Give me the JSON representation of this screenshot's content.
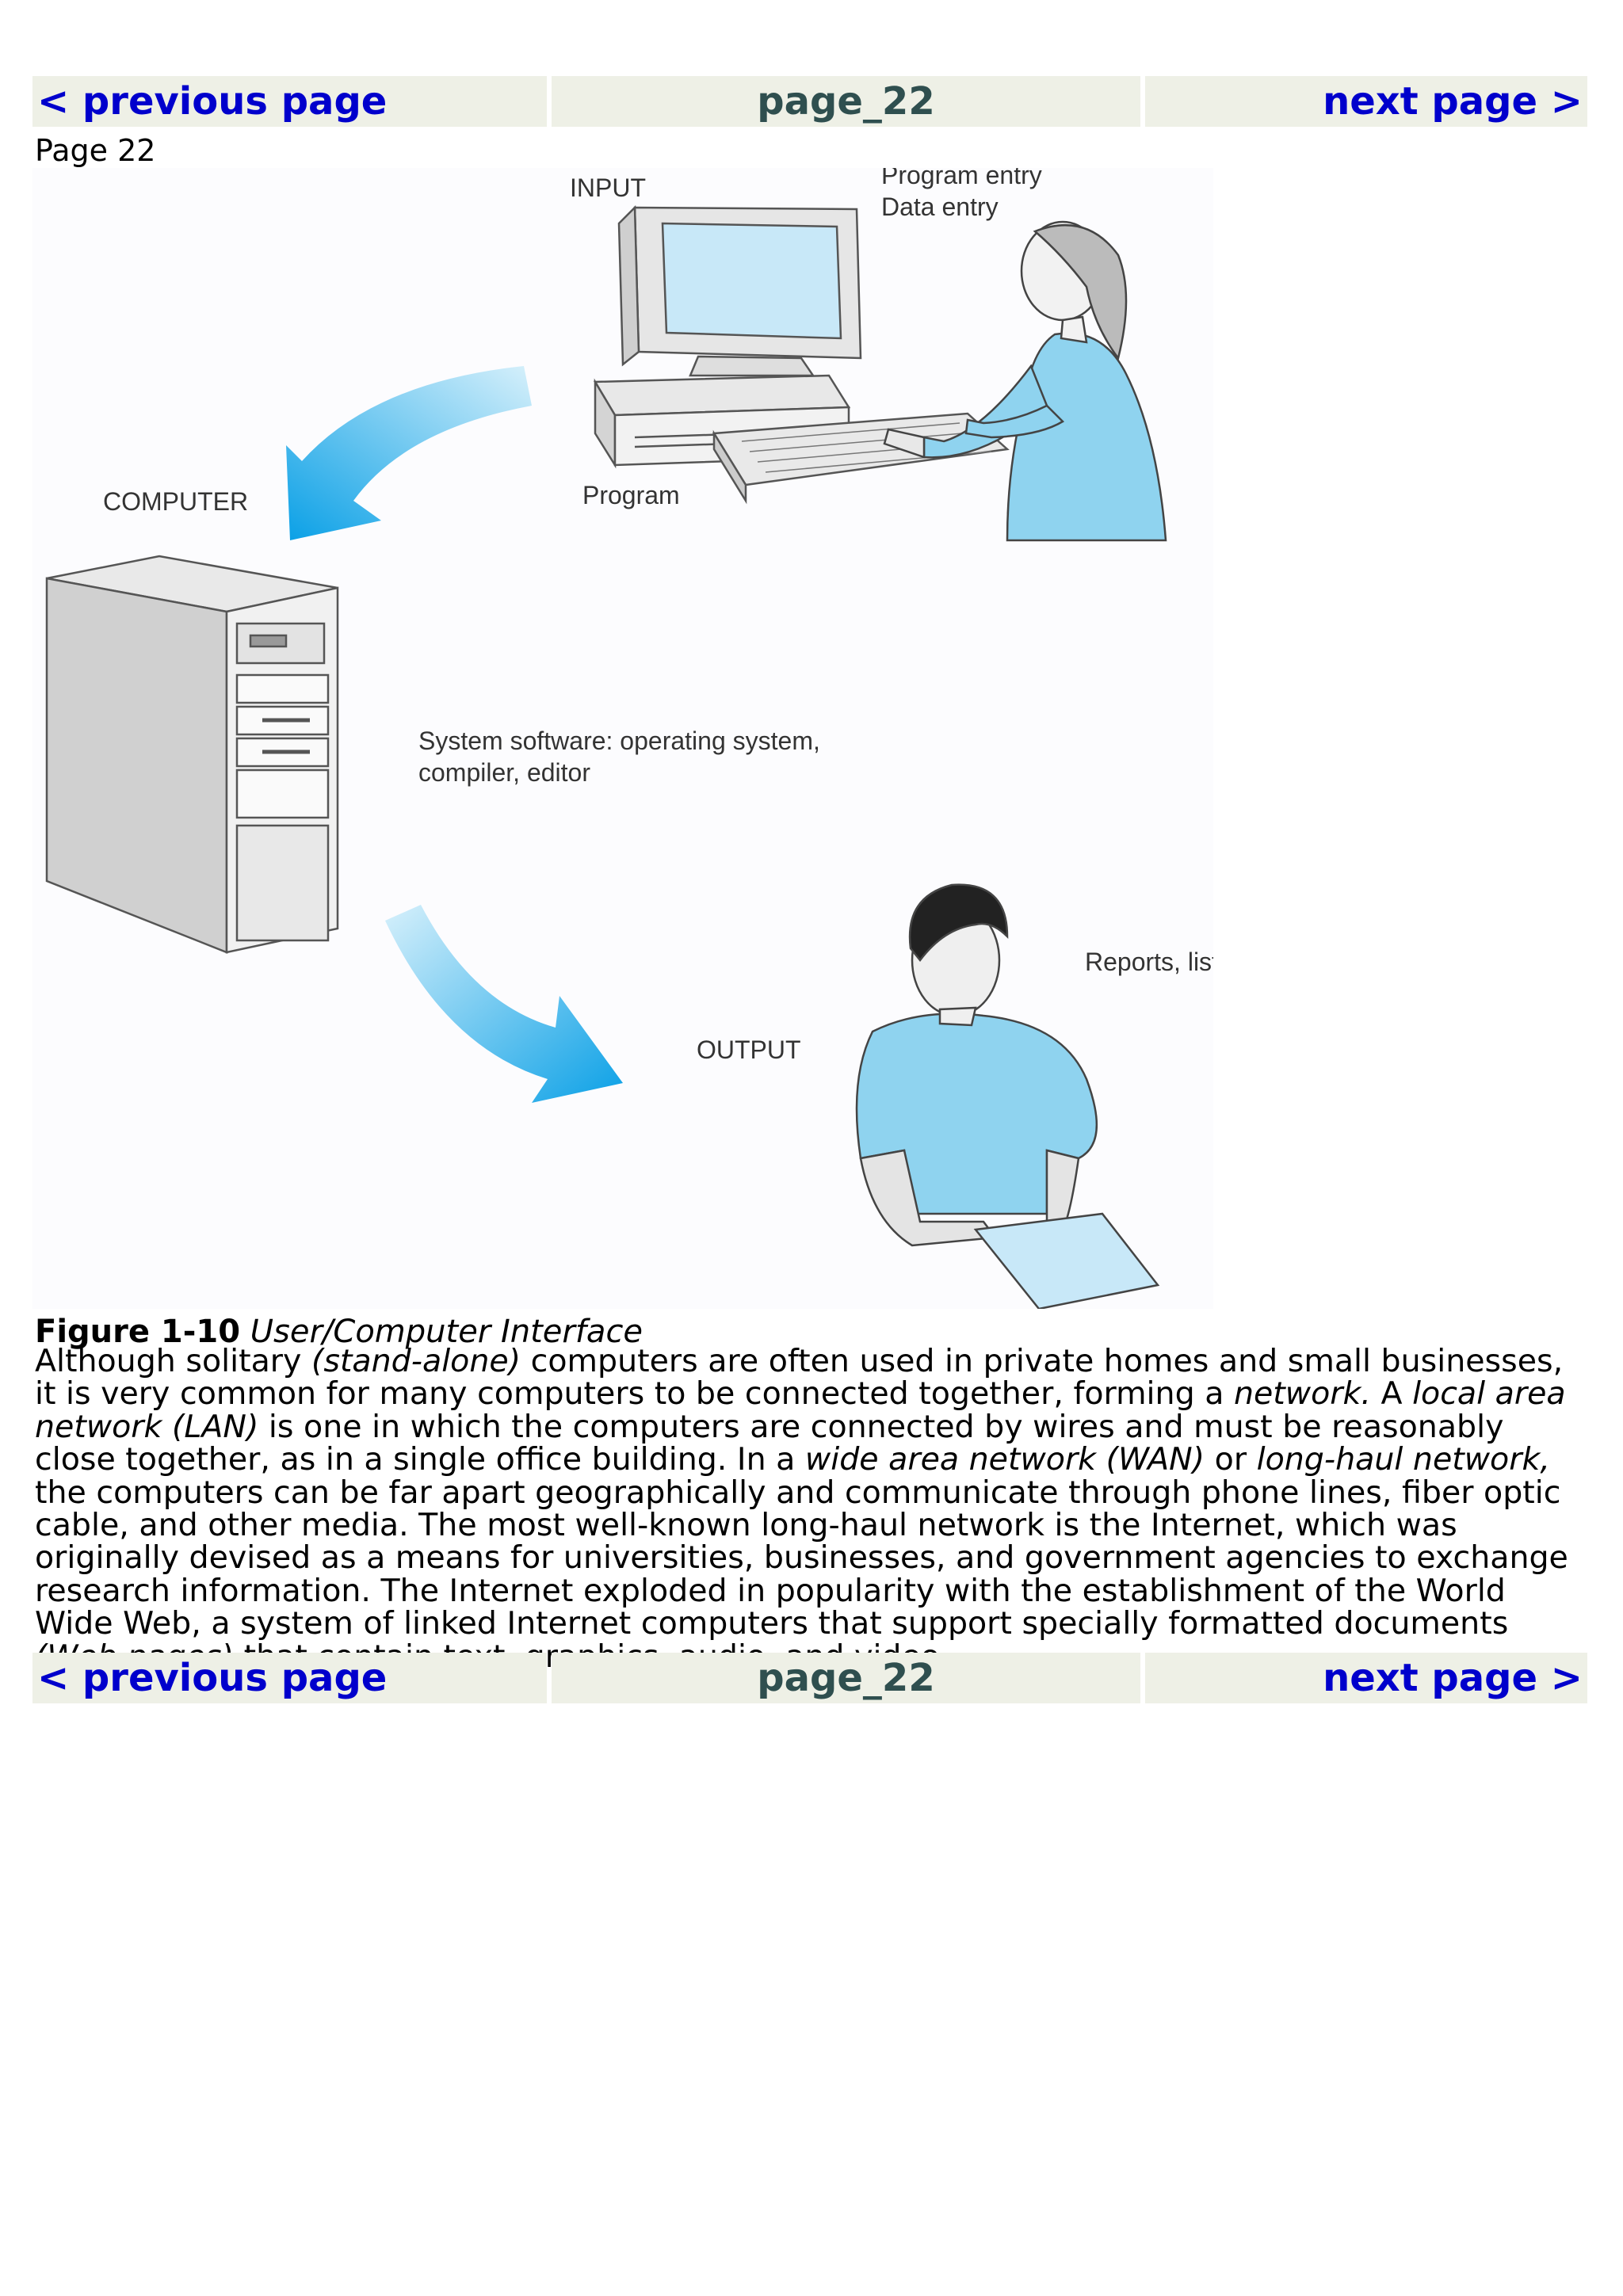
{
  "nav": {
    "prev_label": "< previous page",
    "page_id": "page_22",
    "next_label": "next page >"
  },
  "page_label": "Page 22",
  "figure": {
    "labels": {
      "input": "INPUT",
      "program_entry": "Program entry",
      "data_entry": "Data entry",
      "computer": "COMPUTER",
      "program": "Program",
      "system_software_line1": "System software: operating system,",
      "system_software_line2": "compiler, editor",
      "reports": "Reports, lists",
      "output": "OUTPUT"
    },
    "colors": {
      "arrow": "#1aa7e6",
      "shirt": "#8fd3ef",
      "screen": "#c8e8f8"
    }
  },
  "caption": {
    "number": "Figure 1-10",
    "title": "User/Computer Interface"
  },
  "paragraph": {
    "s1": "Although solitary ",
    "s2": "(stand-alone)",
    "s3": " computers are often used in private homes and small businesses, it is very common for many computers to be connected together, forming a ",
    "s4": "network.",
    "s5": " A ",
    "s6": "local area network (LAN)",
    "s7": " is one in which the computers are connected by wires and must be reasonably close together, as in a single office building. In a ",
    "s8": "wide area network (WAN)",
    "s9": " or ",
    "s10": "long-haul network,",
    "s11": " the computers can be far apart geographically and communicate through phone lines, fiber optic cable, and other media. The most well-known long-haul network is the Internet, which was originally devised as a means for universities, businesses, and government agencies to exchange research information. The Internet exploded in popularity with the establishment of the World Wide Web, a system of linked Internet computers that support specially formatted documents ",
    "s12": "(Web pages)",
    "s13": " that contain text, graphics, audio, and video."
  }
}
